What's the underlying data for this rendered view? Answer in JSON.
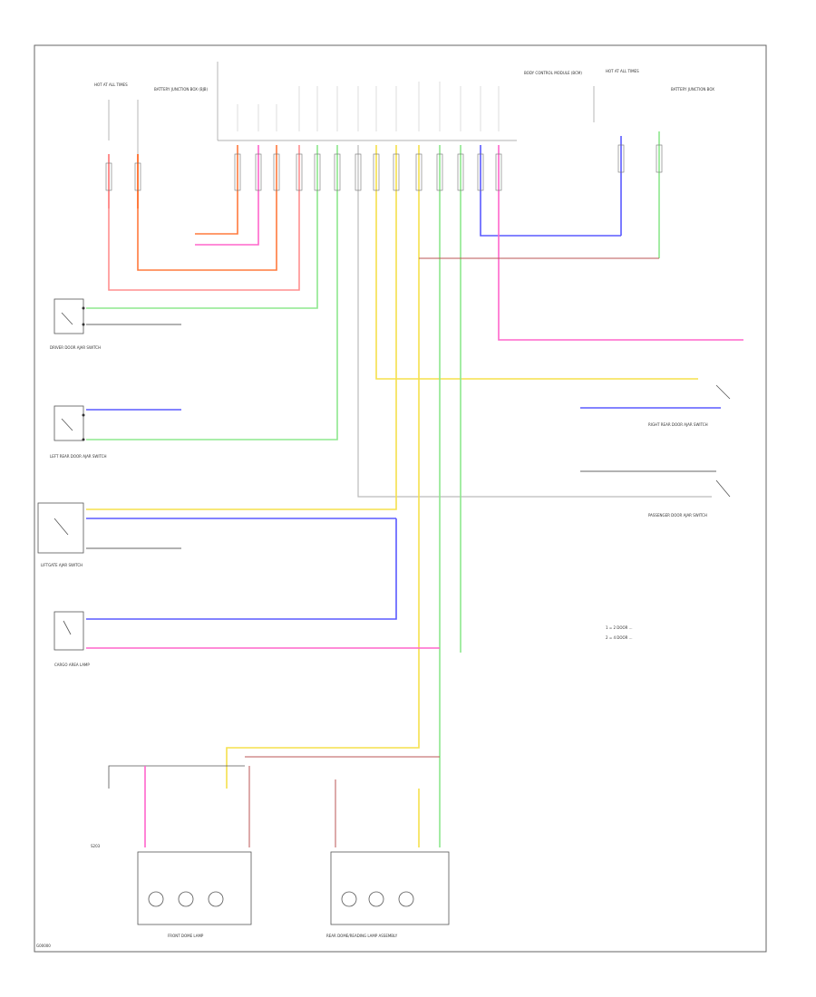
{
  "colors": {
    "red": "#ff8f8f",
    "orange": "#ff7a3d",
    "pink": "#ff66cc",
    "green": "#8ee88e",
    "yellow": "#f5e04c",
    "blue": "#5a5aff",
    "violet": "#b55",
    "gray": "#aaaaaa",
    "connector": "#707070"
  },
  "legend": [
    "1 = 2 DOOR ...",
    "2 = 4 DOOR ..."
  ],
  "top_labels": {
    "left_block": [
      "HOT AT ALL TIMES",
      "BATTERY JUNCTION BOX (BJB)"
    ],
    "center_block": [
      "BODY CONTROL MODULE (BCM)"
    ],
    "right_block": [
      "HOT AT ALL TIMES",
      "BATTERY JUNCTION BOX"
    ]
  },
  "components": {
    "driver_door": "DRIVER DOOR AJAR SWITCH",
    "lf_door": "LEFT REAR DOOR AJAR SWITCH",
    "rr_door": "RIGHT REAR DOOR AJAR SWITCH",
    "pass_door": "PASSENGER DOOR AJAR SWITCH",
    "liftgate": "LIFTGATE AJAR SWITCH",
    "cargo_lamp": "CARGO AREA LAMP",
    "front_dome": "FRONT DOME LAMP",
    "rear_dome": "REAR DOME/READING LAMP ASSEMBLY",
    "s_splice": "S203",
    "bottom_code": "G00000"
  }
}
